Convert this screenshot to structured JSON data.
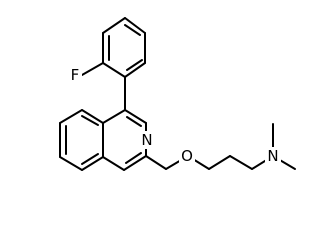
{
  "molecule": {
    "atom_labels": {
      "fluorine": "F",
      "ring_nitrogen": "N",
      "ether_oxygen": "O",
      "amine_nitrogen": "N"
    },
    "colors": {
      "bond": "#000000",
      "text": "#000000",
      "background": "#ffffff"
    }
  }
}
